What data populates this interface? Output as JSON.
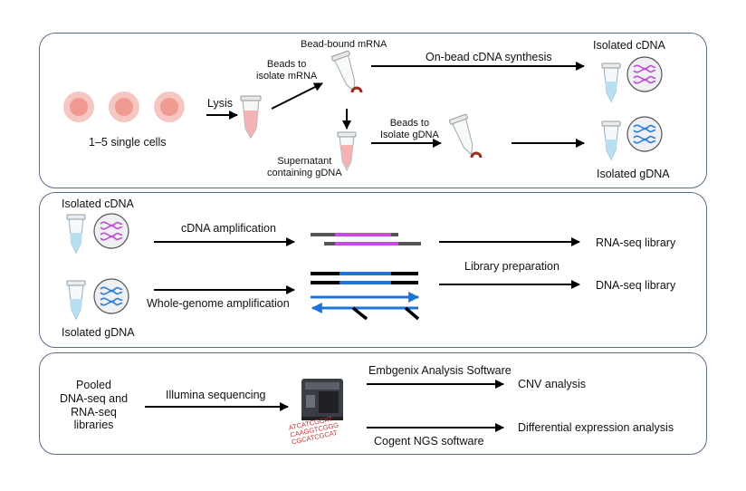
{
  "panel1": {
    "cells_label": "1–5 single cells",
    "lysis": "Lysis",
    "beads_mrna": "Beads to\nisolate mRNA",
    "bead_bound": "Bead-bound  mRNA",
    "supernatant": "Supernatant\ncontaining gDNA",
    "beads_gdna": "Beads to\nIsolate gDNA",
    "on_bead": "On-bead cDNA synthesis",
    "isolated_cdna": "Isolated cDNA",
    "isolated_gdna": "Isolated gDNA"
  },
  "panel2": {
    "isolated_cdna": "Isolated cDNA",
    "isolated_gdna": "Isolated gDNA",
    "cdna_amp": "cDNA amplification",
    "wga": "Whole-genome amplification",
    "lib_prep": "Library preparation",
    "rna_lib": "RNA-seq library",
    "dna_lib": "DNA-seq library"
  },
  "panel3": {
    "pooled": "Pooled\nDNA-seq and\nRNA-seq\nlibraries",
    "illumina": "Illumina sequencing",
    "embgenix": "Embgenix Analysis Software",
    "cnv": "CNV analysis",
    "cogent": "Cogent NGS software",
    "diff_expr": "Differential expression analysis",
    "seq_text": "ATCATCGCAT\nCAAGGTCGGG\nCGCATCGCAT"
  },
  "colors": {
    "border": "#5c6e8c",
    "cell_outer": "#f6c7c2",
    "cell_inner": "#f09a92",
    "tube_pink": "#f3b3b4",
    "tube_blue": "#b9dff2",
    "cdna_helix": "#c04fd6",
    "gdna_helix": "#2d7fd6",
    "rna_strand": "#c84be0",
    "dna_strand": "#1e73d9",
    "magnet": "#9b2b1f"
  }
}
